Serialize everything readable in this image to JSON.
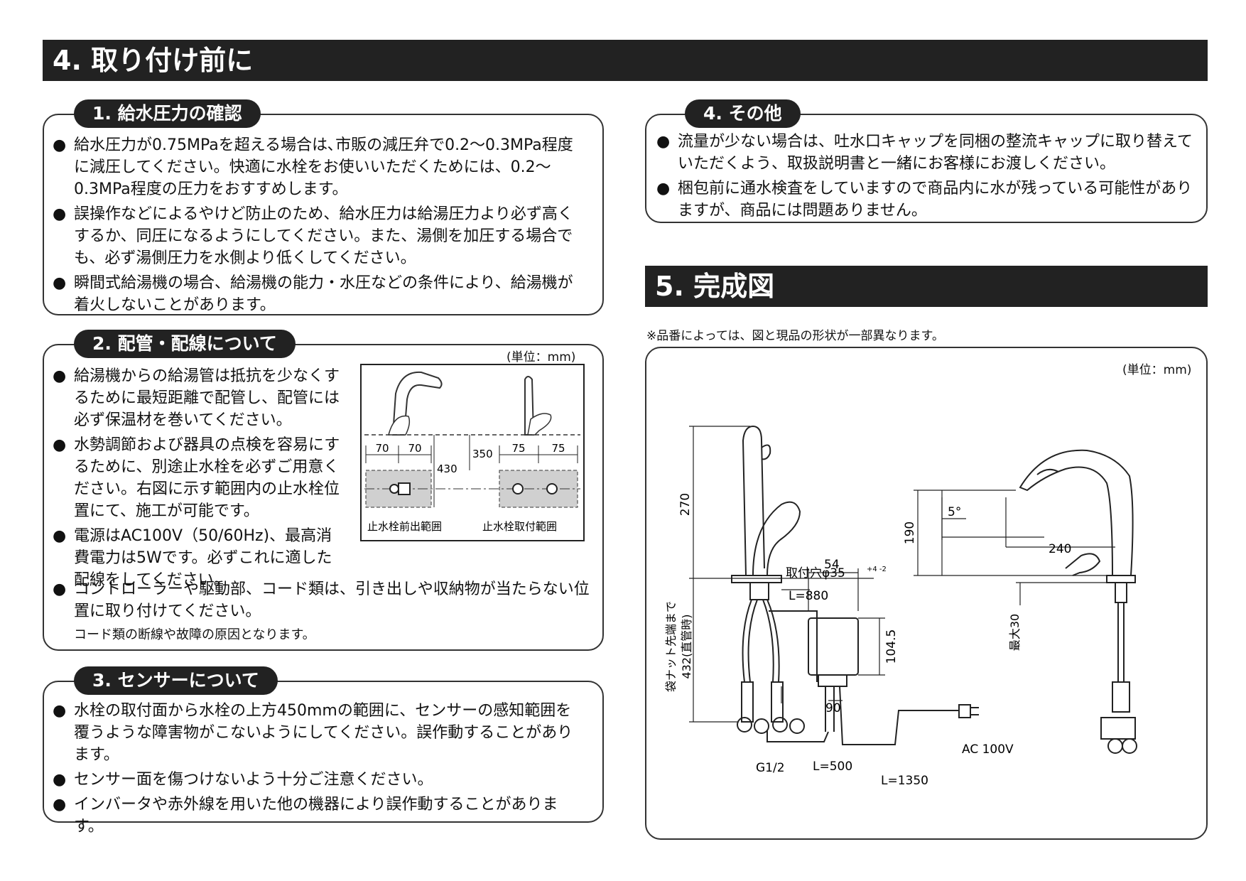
{
  "section4": {
    "title": "4. 取り付け前に"
  },
  "sub1": {
    "title": "1. 給水圧力の確認",
    "items": [
      "給水圧力が0.75MPaを超える場合は､市販の減圧弁で0.2〜0.3MPa程度に減圧してください。快適に水栓をお使いいただくためには、0.2〜0.3MPa程度の圧力をおすすめします。",
      "誤操作などによるやけど防止のため、給水圧力は給湯圧力より必ず高くするか、同圧になるようにしてください。また、湯側を加圧する場合でも、必ず湯側圧力を水側より低くしてください。",
      "瞬間式給湯機の場合、給湯機の能力・水圧などの条件により、給湯機が着火しないことがあります。"
    ]
  },
  "sub2": {
    "title": "2. 配管・配線について",
    "unit": "(単位：mm)",
    "items": [
      "給湯機からの給湯管は抵抗を少なくするために最短距離で配管し、配管には必ず保温材を巻いてください。",
      "水勢調節および器具の点検を容易にするために、別途止水栓を必ずご用意ください。右図に示す範囲内の止水栓位置にて、施工が可能です。",
      "電源はAC100V（50/60Hz)、最高消費電力は5Wです。必ずこれに適した配線をしてください。",
      "コントローラーや駆動部、コード類は、引き出しや収納物が当たらない位置に取り付けてください。"
    ],
    "note": "コード類の断線や故障の原因となります。",
    "figure": {
      "dims": [
        "70",
        "70",
        "75",
        "75",
        "350",
        "430"
      ],
      "label_left": "止水栓前出範囲",
      "label_right": "止水栓取付範囲"
    }
  },
  "sub3": {
    "title": "3. センサーについて",
    "items": [
      "水栓の取付面から水栓の上方450mmの範囲に、センサーの感知範囲を覆うような障害物がこないようにしてください。誤作動することがあります。",
      "センサー面を傷つけないよう十分ご注意ください。",
      "インバータや赤外線を用いた他の機器により誤作動することがあります。"
    ]
  },
  "sub4": {
    "title": "4. その他",
    "items": [
      "流量が少ない場合は、吐水口キャップを同梱の整流キャップに取り替えていただくよう、取扱説明書と一緒にお客様にお渡しください。",
      "梱包前に通水検査をしていますので商品内に水が残っている可能性がありますが、商品には問題ありません。"
    ]
  },
  "section5": {
    "title": "5. 完成図",
    "note": "※品番によっては、図と現品の形状が一部異なります。",
    "unit": "(単位：mm)",
    "dims": {
      "h270": "270",
      "hole": "取付穴φ35",
      "hole_tol": "+4 -2",
      "l880": "L=880",
      "w54": "54",
      "h1045": "104.5",
      "w90": "90",
      "nut": "袋ナット先端まで",
      "nut2": "432(直管時)",
      "g12": "G1/2",
      "l500": "L=500",
      "l1350": "L=1350",
      "ac": "AC 100V",
      "h190": "190",
      "angle": "5°",
      "w240": "240",
      "max30": "最大30"
    }
  }
}
